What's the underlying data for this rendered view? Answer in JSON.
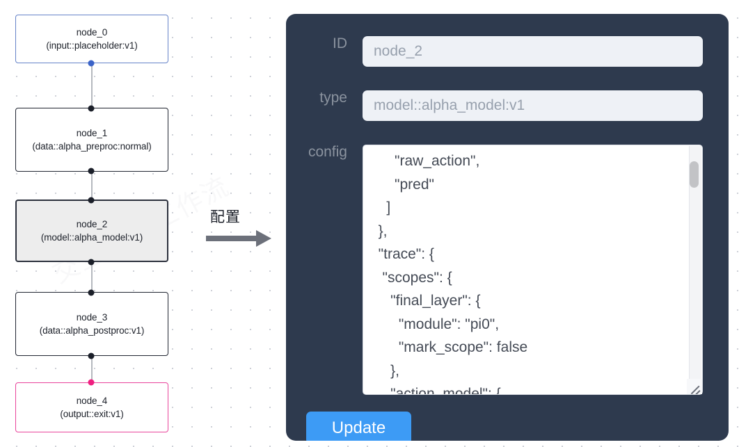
{
  "canvas": {
    "nodes": [
      {
        "id": "node_0",
        "label": "node_0",
        "sublabel": "(input::placeholder:v1)",
        "style": "blue",
        "selected": false
      },
      {
        "id": "node_1",
        "label": "node_1",
        "sublabel": "(data::alpha_preproc:normal)",
        "style": "plain",
        "selected": false
      },
      {
        "id": "node_2",
        "label": "node_2",
        "sublabel": "(model::alpha_model:v1)",
        "style": "selected",
        "selected": true
      },
      {
        "id": "node_3",
        "label": "node_3",
        "sublabel": "(data::alpha_postproc:v1)",
        "style": "plain",
        "selected": false
      },
      {
        "id": "node_4",
        "label": "node_4",
        "sublabel": "(output::exit:v1)",
        "style": "pink",
        "selected": false
      }
    ],
    "edges": [
      {
        "from": "node_0",
        "to": "node_1"
      },
      {
        "from": "node_1",
        "to": "node_2"
      },
      {
        "from": "node_2",
        "to": "node_3"
      },
      {
        "from": "node_3",
        "to": "node_4"
      }
    ],
    "colors": {
      "node_border_default": "#1f2430",
      "node_border_blue": "#6482c8",
      "node_border_pink": "#e8429a",
      "node_selected_fill": "#ededed",
      "edge": "#b5b8bf",
      "grid_dot": "#c9ccd4"
    }
  },
  "arrow": {
    "caption": "配置",
    "icon": "arrow-right-icon",
    "color": "#6c707a"
  },
  "panel": {
    "background_color": "#2e3a4e",
    "fields": {
      "id": {
        "label": "ID",
        "value": "node_2",
        "placeholder": "node_2"
      },
      "type": {
        "label": "type",
        "value": "model::alpha_model:v1",
        "placeholder": "model::alpha_model:v1"
      },
      "config": {
        "label": "config",
        "value": "      \"raw_action\",\n      \"pred\"\n    ]\n  },\n  \"trace\": {\n   \"scopes\": {\n     \"final_layer\": {\n       \"module\": \"pi0\",\n       \"mark_scope\": false\n     },\n     \"action_model\": {"
      }
    },
    "update_button": {
      "label": "Update",
      "color": "#3d9bf5"
    },
    "scrollbar": {
      "name": "config-scrollbar"
    }
  },
  "watermarks": [
    "交互式AI工作流",
    "交互式AI工作流"
  ]
}
